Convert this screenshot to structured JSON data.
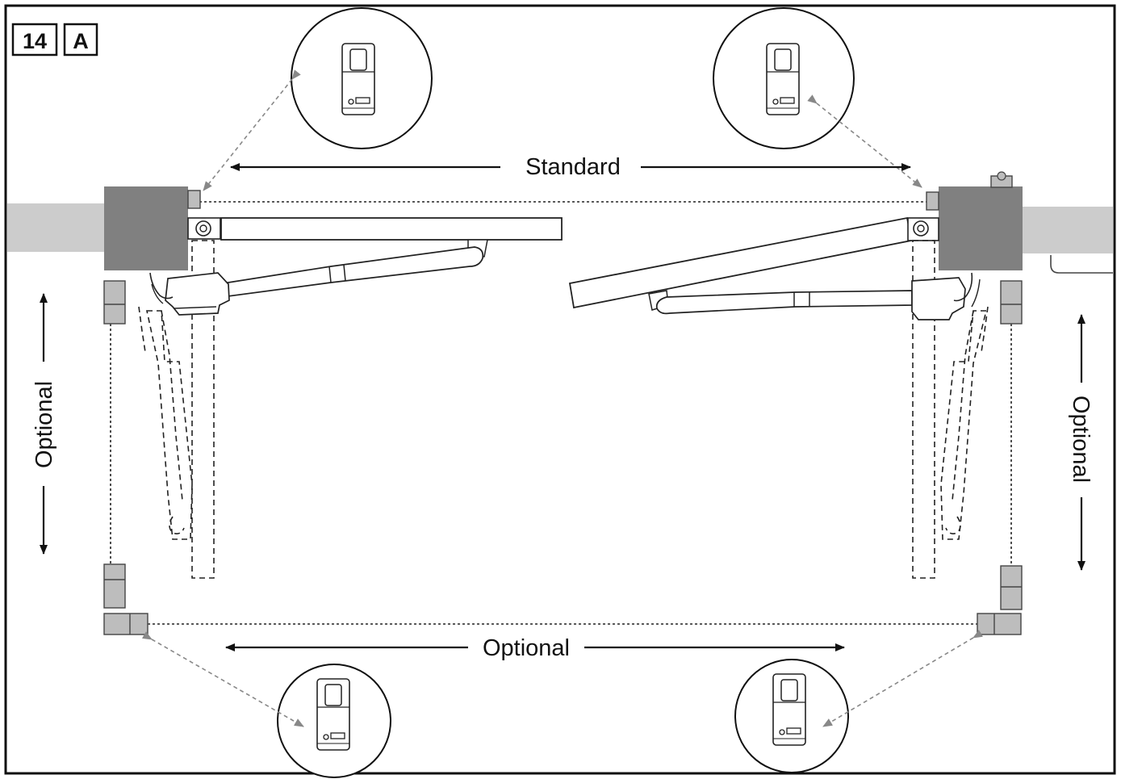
{
  "figure": {
    "badge_number": "14",
    "badge_letter": "A"
  },
  "labels": {
    "top_arrow": "Standard",
    "bottom_arrow": "Optional",
    "left_arrow": "Optional",
    "right_arrow": "Optional"
  },
  "colors": {
    "pillar": "#808080",
    "wall": "#cccccc",
    "photocell": "#bdbdbd",
    "line": "#111111",
    "guide": "#888888"
  },
  "icons": {
    "photocell_detail": "photocell-transmitter-icon"
  }
}
